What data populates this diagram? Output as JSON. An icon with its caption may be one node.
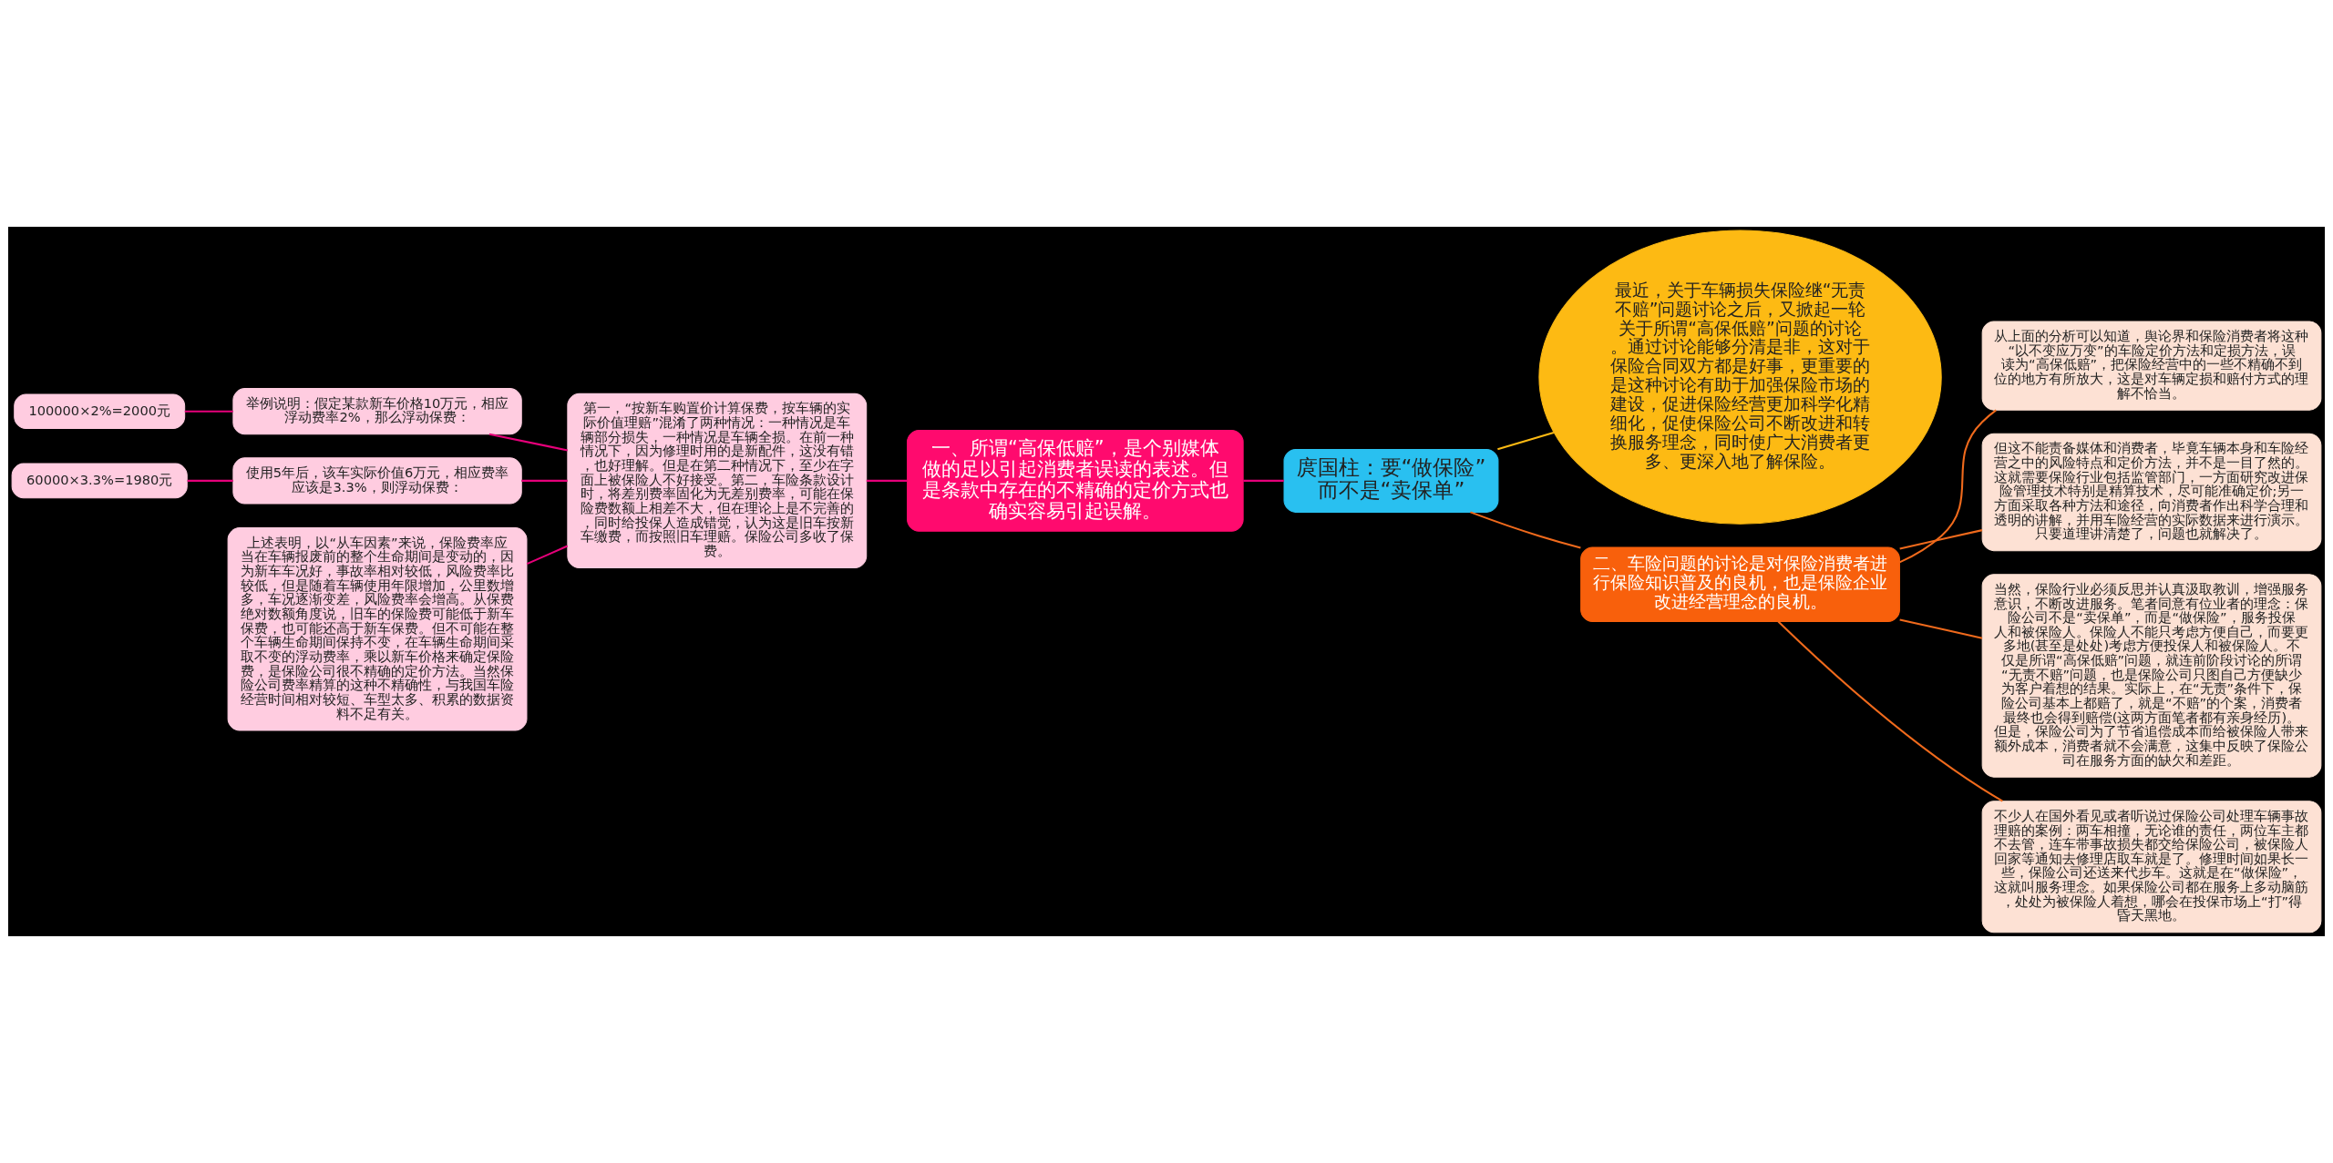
{
  "diagram": {
    "nodes": [
      {
        "text": [
          "庹国柱：要“做保险”而不是“卖保单”"
        ]
      },
      {
        "text": [
          "一、所谓“高保低赔”，是个别媒体做的足以引起消费者误读的表述。但是条款中存在的不精确的定价方式也确实容易引起误解。"
        ]
      },
      {
        "text": [
          "第一，“按新车购置价计算保费，按车辆的实际价值理赔”混淆了两种情况：一种情况是车辆部分损失，一种情况是车辆全损。在前一种情况下，因为修理时用的是新配件，这没有错，也好理解。但是在第二种情况下，至少在字面上被保险人不好接受。第二，车险条款设计时，将差别费率固化为无差别费率，可能在保险费数额上相差不大，但在理论上是不完善的，同时给投保人造成错觉，认为这是旧车按新车缴费，而按照旧车理赔。保险公司多收了保费。"
        ]
      },
      {
        "text": [
          "举例说明：假定某款新车价格10万元，相应浮动费率2%，那么浮动保费："
        ]
      },
      {
        "text": [
          "使用5年后，该车实际价值6万元，相应费率应该是3.3%，则浮动保费："
        ]
      },
      {
        "text": [
          "上述表明，以“从车因素”来说，保险费率应当在车辆报废前的整个生命期间是变动的，因为新车车况好，事故率相对较低，风险费率比较低，但是随着车辆使用年限增加，公里数增多，车况逐渐变差，风险费率会增高。从保费绝对数额角度说，旧车的保险费可能低于新车保费，也可能还高于新车保费。但不可能在整个车辆生命期间保持不变，在车辆生命期间采取不变的浮动费率，乘以新车价格来确定保险费，是保险公司很不精确的定价方法。当然保险公司费率精算的这种不精确性，与我国车险经营时间相对较短、车型太多、积累的数据资料不足有关。"
        ]
      },
      {
        "text": [
          "100000×2%=2000元"
        ]
      },
      {
        "text": [
          "60000×3.3%=1980元"
        ]
      },
      {
        "text": [
          "最近，关于车辆损失保险继“无责不赔”问题讨论之后，又掀起一轮关于所谓“高保低赔”问题的讨论。通过讨论能够分清是非，这对于保险合同双方都是好事，更重要的是这种讨论有助于加强保险市场的建设，促进保险经营更加科学化精细化，促使保险公司不断改进和转换服务理念，同时使广大消费者更多、更深入地了解保险。"
        ]
      },
      {
        "text": [
          "二、车险问题的讨论是对保险消费者进行保险知识普及的良机，也是保险企业改进经营理念的良机。"
        ]
      },
      {
        "text": [
          "从上面的分析可以知道，舆论界和保险消费者将这种 “以不变应万变”的车险定价方法和定损方法，误读为“高保低赔”，把保险经营中的一些不精确不到位的地方有所放大，这是对车辆定损和赔付方式的理解不恰当。"
        ]
      },
      {
        "text": [
          "但这不能责备媒体和消费者，毕竟车辆本身和车险经营之中的风险特点和定价方法，并不是一目了然的。这就需要保险行业包括监管部门，一方面研究改进保险管理技术特别是精算技术，尽可能准确定价;另一方面采取各种方法和途径，向消费者作出科学合理和透明的讲解，并用车险经营的实际数据来进行演示。只要道理讲清楚了，问题也就解决了。"
        ]
      },
      {
        "text": [
          "当然，保险行业必须反思并认真汲取教训，增强服务意识，不断改进服务。笔者同意有位业者的理念：保险公司不是“卖保单”，而是“做保险”，服务投保人和被保险人。保险人不能只考虑方便自己，而要更多地(甚至是处处)考虑方便投保人和被保险人。不仅是所谓“高保低赔”问题，就连前阶段讨论的所谓“无责不赔”问题，也是保险公司只图自己方便缺少为客户着想的结果。实际上，在“无责”条件下，保险公司基本上都赔了，就是“不赔”的个案，消费者最终也会得到赔偿(这两方面笔者都有亲身经历)。但是，保险公司为了节省追偿成本而给被保险人带来额外成本，消费者就不会满意，这集中反映了保险公司在服务方面的缺欠和差距。"
        ]
      },
      {
        "text": [
          "不少人在国外看见或者听说过保险公司处理车辆事故理赔的案例：两车相撞，无论谁的责任，两位车主都不去管，连车带事故损失都交给保险公司，被保险人回家等通知去修理店取车就是了。修理时间如果长一些，保险公司还送来代步车。这就是在“做保险”，这就叫服务理念。如果保险公司都在服务上多动脑筋，处处为被保险人着想，哪会在投保市场上“打”得昏天黑地。"
        ]
      }
    ],
    "edges": [
      {
        "from": 0,
        "to": 1,
        "arrow": "none"
      },
      {
        "from": 1,
        "to": 2,
        "arrow": "none"
      },
      {
        "from": 2,
        "to": 3,
        "arrow": "none"
      },
      {
        "from": 2,
        "to": 4,
        "arrow": "none"
      },
      {
        "from": 2,
        "to": 5,
        "arrow": "none"
      },
      {
        "from": 3,
        "to": 6,
        "arrow": "none"
      },
      {
        "from": 4,
        "to": 7,
        "arrow": "none"
      },
      {
        "from": 0,
        "to": 8,
        "arrow": "none",
        "color": "#fdba13"
      },
      {
        "from": 0,
        "to": 9,
        "arrow": "none",
        "color": "#f06a1c"
      },
      {
        "from": 9,
        "to": 10,
        "arrow": "none",
        "color": "#f06a1c"
      },
      {
        "from": 9,
        "to": 11,
        "arrow": "none",
        "color": "#f06a1c"
      },
      {
        "from": 9,
        "to": 12,
        "arrow": "none",
        "color": "#f06a1c"
      },
      {
        "from": 9,
        "to": 13,
        "arrow": "none",
        "color": "#f06a1c"
      }
    ]
  }
}
